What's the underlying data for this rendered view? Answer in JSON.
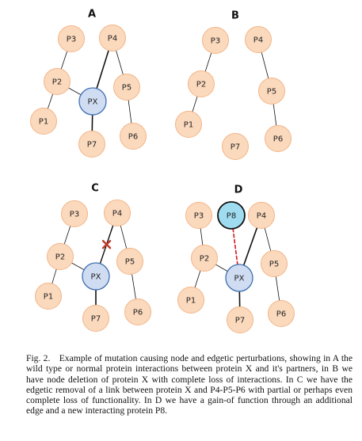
{
  "panels": [
    {
      "label": "A",
      "nodes": [
        {
          "id": "P3",
          "label": "P3",
          "kind": "partner"
        },
        {
          "id": "P4",
          "label": "P4",
          "kind": "partner"
        },
        {
          "id": "P2",
          "label": "P2",
          "kind": "partner"
        },
        {
          "id": "PX",
          "label": "PX",
          "kind": "target"
        },
        {
          "id": "P5",
          "label": "P5",
          "kind": "partner"
        },
        {
          "id": "P1",
          "label": "P1",
          "kind": "partner"
        },
        {
          "id": "P7",
          "label": "P7",
          "kind": "partner"
        },
        {
          "id": "P6",
          "label": "P6",
          "kind": "partner"
        }
      ],
      "edges": [
        {
          "from": "P3",
          "to": "P2",
          "style": "thin"
        },
        {
          "from": "P2",
          "to": "P1",
          "style": "thin"
        },
        {
          "from": "P2",
          "to": "PX",
          "style": "thin"
        },
        {
          "from": "P4",
          "to": "PX",
          "style": "thick"
        },
        {
          "from": "P4",
          "to": "P5",
          "style": "thin"
        },
        {
          "from": "P5",
          "to": "P6",
          "style": "thin"
        },
        {
          "from": "PX",
          "to": "P7",
          "style": "thick"
        }
      ]
    },
    {
      "label": "B",
      "nodes": [
        {
          "id": "P3",
          "label": "P3",
          "kind": "partner"
        },
        {
          "id": "P4",
          "label": "P4",
          "kind": "partner"
        },
        {
          "id": "P2",
          "label": "P2",
          "kind": "partner"
        },
        {
          "id": "P5",
          "label": "P5",
          "kind": "partner"
        },
        {
          "id": "P1",
          "label": "P1",
          "kind": "partner"
        },
        {
          "id": "P7",
          "label": "P7",
          "kind": "partner"
        },
        {
          "id": "P6",
          "label": "P6",
          "kind": "partner"
        }
      ],
      "edges": [
        {
          "from": "P3",
          "to": "P2",
          "style": "thin"
        },
        {
          "from": "P2",
          "to": "P1",
          "style": "thin"
        },
        {
          "from": "P4",
          "to": "P5",
          "style": "thin"
        },
        {
          "from": "P5",
          "to": "P6",
          "style": "thin"
        }
      ]
    },
    {
      "label": "C",
      "nodes": [
        {
          "id": "P3",
          "label": "P3",
          "kind": "partner"
        },
        {
          "id": "P4",
          "label": "P4",
          "kind": "partner"
        },
        {
          "id": "P2",
          "label": "P2",
          "kind": "partner"
        },
        {
          "id": "PX",
          "label": "PX",
          "kind": "target"
        },
        {
          "id": "P5",
          "label": "P5",
          "kind": "partner"
        },
        {
          "id": "P1",
          "label": "P1",
          "kind": "partner"
        },
        {
          "id": "P7",
          "label": "P7",
          "kind": "partner"
        },
        {
          "id": "P6",
          "label": "P6",
          "kind": "partner"
        }
      ],
      "edges": [
        {
          "from": "P3",
          "to": "P2",
          "style": "thin"
        },
        {
          "from": "P2",
          "to": "P1",
          "style": "thin"
        },
        {
          "from": "P2",
          "to": "PX",
          "style": "thin"
        },
        {
          "from": "P4",
          "to": "PX",
          "style": "removed"
        },
        {
          "from": "P4",
          "to": "P5",
          "style": "thin"
        },
        {
          "from": "P5",
          "to": "P6",
          "style": "thin"
        },
        {
          "from": "PX",
          "to": "P7",
          "style": "thick"
        }
      ]
    },
    {
      "label": "D",
      "nodes": [
        {
          "id": "P3",
          "label": "P3",
          "kind": "partner"
        },
        {
          "id": "P8",
          "label": "P8",
          "kind": "new"
        },
        {
          "id": "P4",
          "label": "P4",
          "kind": "partner"
        },
        {
          "id": "P2",
          "label": "P2",
          "kind": "partner"
        },
        {
          "id": "PX",
          "label": "PX",
          "kind": "target"
        },
        {
          "id": "P5",
          "label": "P5",
          "kind": "partner"
        },
        {
          "id": "P1",
          "label": "P1",
          "kind": "partner"
        },
        {
          "id": "P7",
          "label": "P7",
          "kind": "partner"
        },
        {
          "id": "P6",
          "label": "P6",
          "kind": "partner"
        }
      ],
      "edges": [
        {
          "from": "P3",
          "to": "P2",
          "style": "thin"
        },
        {
          "from": "P2",
          "to": "P1",
          "style": "thin"
        },
        {
          "from": "P2",
          "to": "PX",
          "style": "thin"
        },
        {
          "from": "P4",
          "to": "PX",
          "style": "thick"
        },
        {
          "from": "P8",
          "to": "PX",
          "style": "dashed"
        },
        {
          "from": "P4",
          "to": "P5",
          "style": "thin"
        },
        {
          "from": "P5",
          "to": "P6",
          "style": "thin"
        },
        {
          "from": "PX",
          "to": "P7",
          "style": "thick"
        }
      ]
    }
  ],
  "colors": {
    "partner_fill": "#fbd9bd",
    "partner_stroke": "#f3b587",
    "target_fill": "#cfdcf1",
    "target_stroke": "#3f6fb1",
    "new_fill": "#9fdcf0",
    "new_stroke": "#111111",
    "edge": "#111111",
    "dashed_edge": "#d8141b",
    "removed_mark": "#c0392b"
  },
  "caption": {
    "lead": "Fig. 2.",
    "text": "Example of mutation causing node and edgetic perturbations, showing in A the wild type or normal protein interactions between protein X and it's partners, in B we have node deletion of protein X with complete loss of interactions. In C we have the edgetic removal of a link between protein X and P4-P5-P6 with partial or perhaps even complete loss of functionality. In D we have a gain-of function through an additional edge and a new interacting protein P8."
  }
}
